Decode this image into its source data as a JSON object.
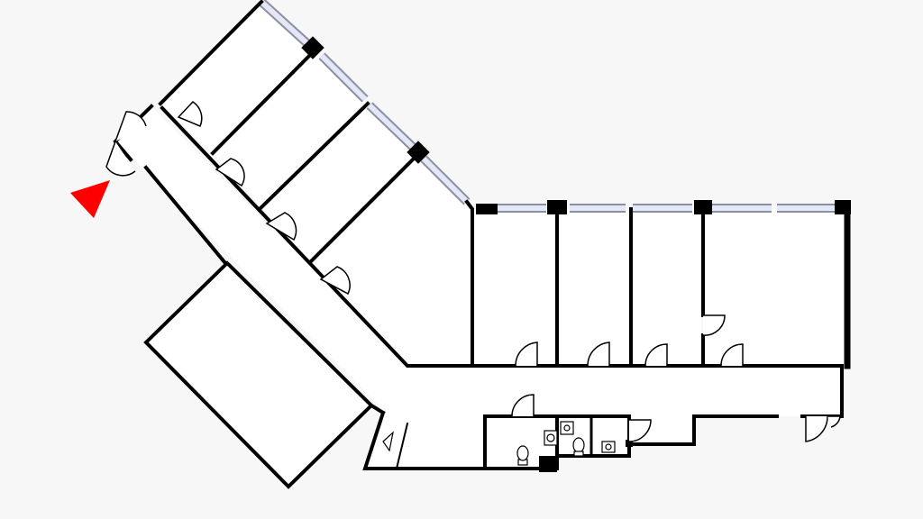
{
  "floor_plan": {
    "colors": {
      "background": "#f7f7f7",
      "floor": "#ffffff",
      "wall": "#000000",
      "window_frame": "#8a8fa3",
      "window_glass": "#e4e8f6",
      "door_line": "#000000",
      "entrance_marker": "#ff0000"
    },
    "rooms": [
      "office-north-1",
      "office-north-2",
      "office-north-3",
      "office-north-4",
      "office-east-1",
      "office-east-2",
      "office-east-3",
      "office-east-4",
      "meeting-room-west",
      "corridor",
      "wc-1",
      "wc-2",
      "kitchenette",
      "storage"
    ],
    "icons": [
      "door-swing-icon",
      "window-icon",
      "toilet-icon",
      "sink-icon",
      "entrance-marker-icon"
    ]
  }
}
